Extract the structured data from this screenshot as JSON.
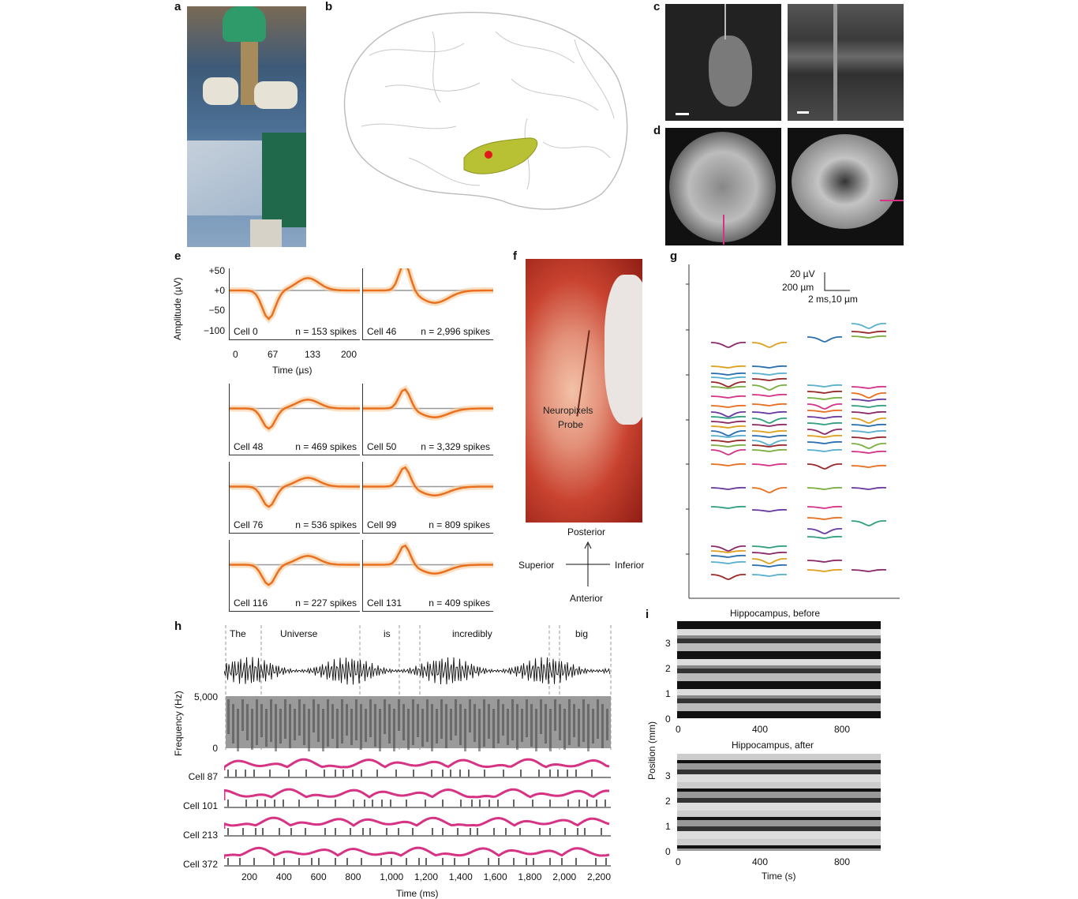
{
  "panel_labels": {
    "a": "a",
    "b": "b",
    "c": "c",
    "d": "d",
    "e": "e",
    "f": "f",
    "g": "g",
    "h": "h",
    "i": "i"
  },
  "colors": {
    "orange": "#e8701e",
    "pink": "#d63384",
    "red": "#e01a1a",
    "olive": "#b8c034"
  },
  "panel_e": {
    "ylabel": "Amplitude (µV)",
    "yticks": [
      "+50",
      "+0",
      "−50",
      "−100"
    ],
    "xticks": [
      "0",
      "67",
      "133",
      "200"
    ],
    "xlabel": "Time (µs)",
    "cells": [
      {
        "name": "Cell 0",
        "count": "n = 153 spikes"
      },
      {
        "name": "Cell 46",
        "count": "n = 2,996 spikes"
      },
      {
        "name": "Cell 48",
        "count": "n = 469 spikes"
      },
      {
        "name": "Cell 50",
        "count": "n = 3,329 spikes"
      },
      {
        "name": "Cell 76",
        "count": "n = 536 spikes"
      },
      {
        "name": "Cell 99",
        "count": "n = 809 spikes"
      },
      {
        "name": "Cell 116",
        "count": "n = 227 spikes"
      },
      {
        "name": "Cell 131",
        "count": "n = 409 spikes"
      }
    ]
  },
  "panel_f": {
    "probe_label_1": "Neuropixels",
    "probe_label_2": "Probe",
    "posterior": "Posterior",
    "anterior": "Anterior",
    "superior": "Superior",
    "inferior": "Inferior"
  },
  "panel_g": {
    "scale_v": "20 µV",
    "scale_d": "200 µm",
    "scale_t": "2 ms,10 µm"
  },
  "panel_h": {
    "words": [
      "The",
      "Universe",
      "is",
      "incredibly",
      "big"
    ],
    "ylabel": "Frequency (Hz)",
    "yticks": [
      "5,000",
      "0"
    ],
    "cells": [
      "Cell 87",
      "Cell 101",
      "Cell 213",
      "Cell 372"
    ],
    "xticks": [
      "200",
      "400",
      "600",
      "800",
      "1,000",
      "1,200",
      "1,400",
      "1,600",
      "1,800",
      "2,000",
      "2,200"
    ],
    "xlabel": "Time (ms)"
  },
  "panel_i": {
    "title_before": "Hippocampus, before",
    "title_after": "Hippocampus, after",
    "ylabel": "Position (mm)",
    "yticks": [
      "3",
      "2",
      "1",
      "0"
    ],
    "xticks": [
      "0",
      "400",
      "800"
    ],
    "xlabel": "Time (s)"
  }
}
